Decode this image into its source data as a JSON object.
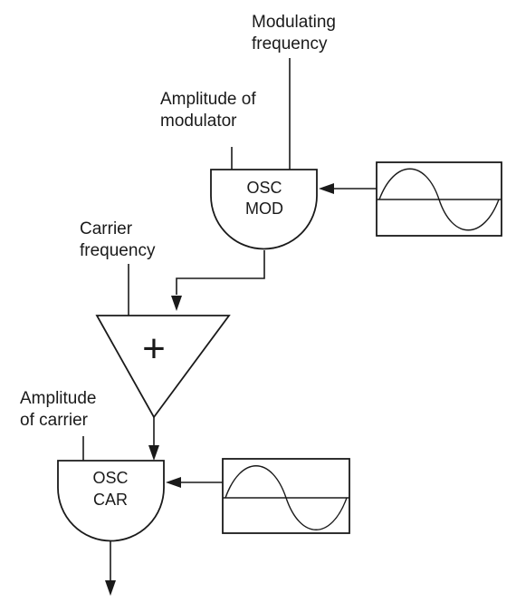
{
  "labels": {
    "modulating_frequency": [
      "Modulating",
      "frequency"
    ],
    "amplitude_of_modulator": [
      "Amplitude of",
      "modulator"
    ],
    "carrier_frequency": [
      "Carrier",
      "frequency"
    ],
    "amplitude_of_carrier": [
      "Amplitude",
      "of carrier"
    ]
  },
  "osc_mod": {
    "line1": "OSC",
    "line2": "MOD"
  },
  "osc_car": {
    "line1": "OSC",
    "line2": "CAR"
  },
  "adder": {
    "symbol": "+"
  },
  "waveforms": {
    "modulator_table": {
      "shape": "sine"
    },
    "carrier_table": {
      "shape": "sine"
    }
  }
}
